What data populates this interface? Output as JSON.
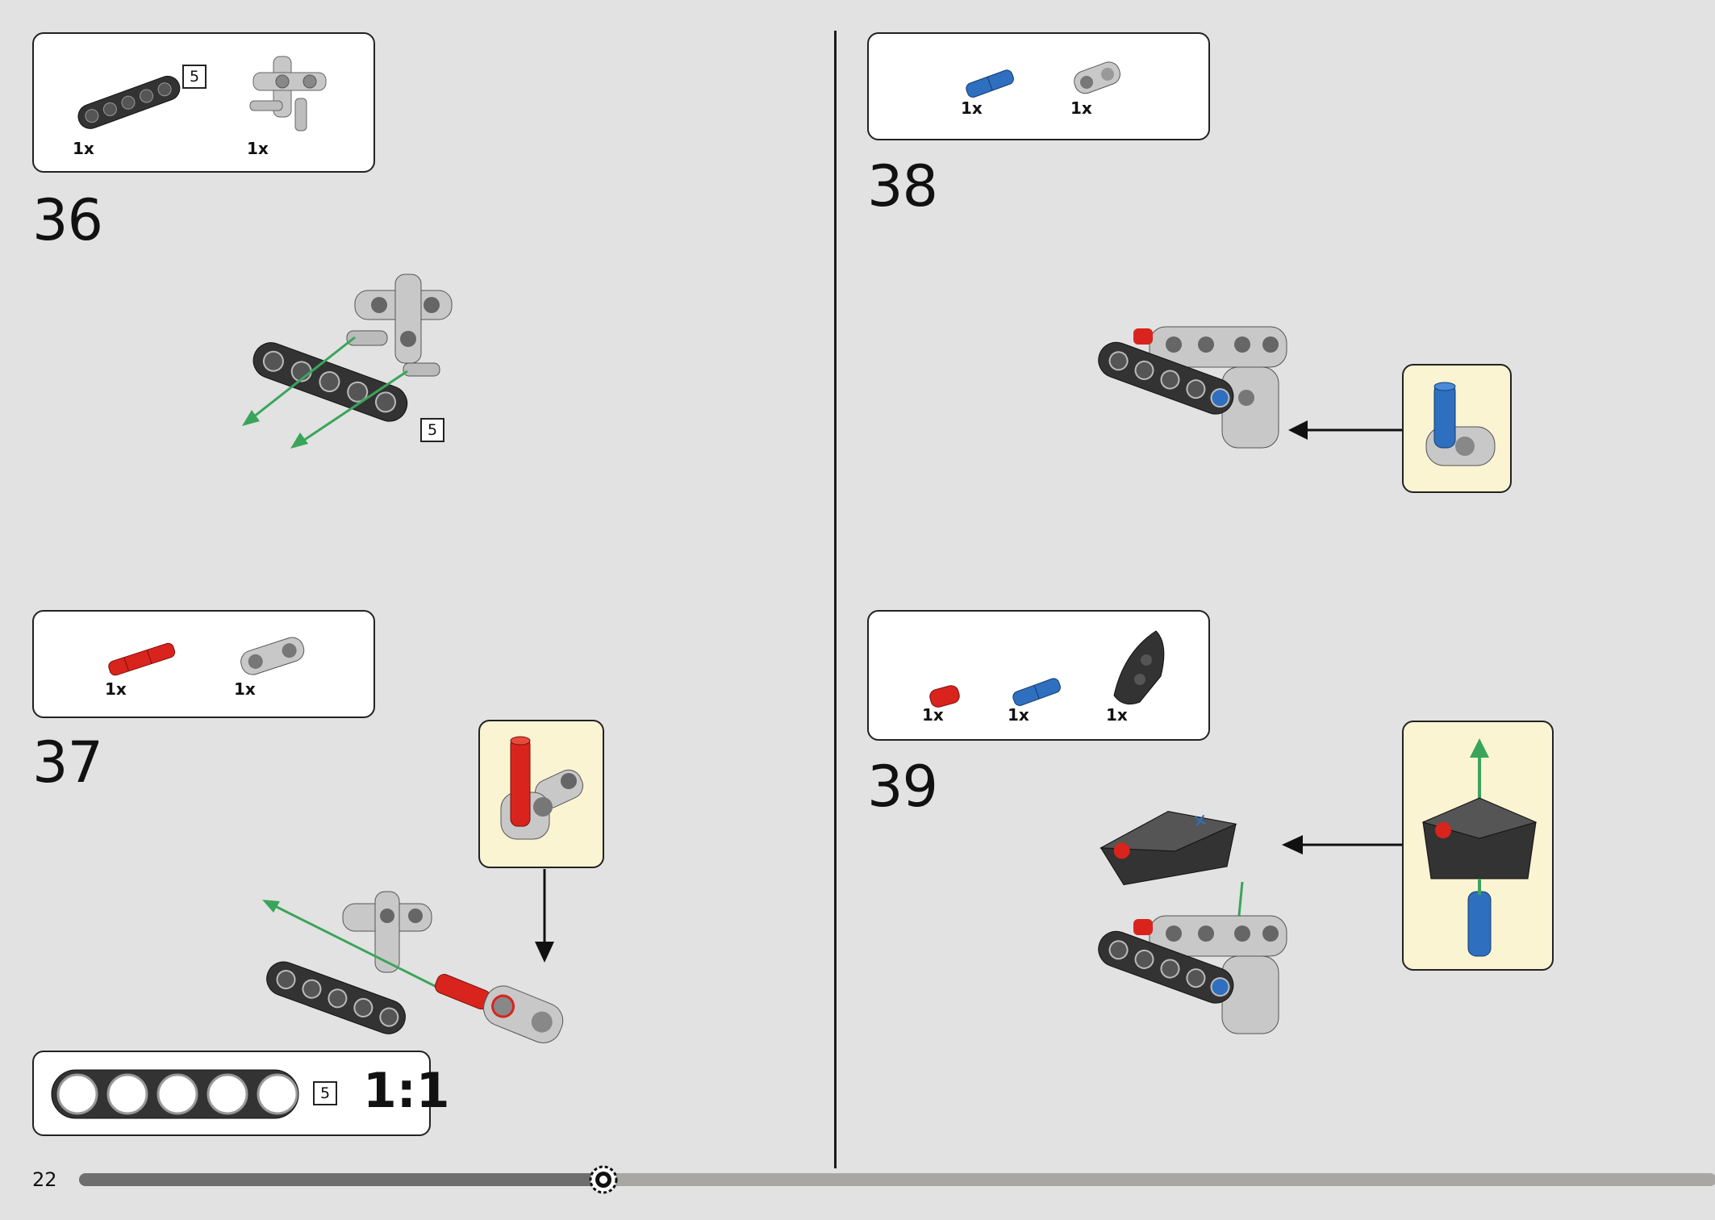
{
  "page": {
    "number": "22"
  },
  "steps": [
    {
      "number": "36",
      "parts": [
        {
          "qty": "1x",
          "part": "beam-5"
        },
        {
          "qty": "1x",
          "part": "cross-connector"
        }
      ],
      "length_tag": "5"
    },
    {
      "number": "37",
      "parts": [
        {
          "qty": "1x",
          "part": "red-axle-pin"
        },
        {
          "qty": "1x",
          "part": "connector"
        }
      ]
    },
    {
      "number": "38",
      "parts": [
        {
          "qty": "1x",
          "part": "blue-pin"
        },
        {
          "qty": "1x",
          "part": "angle-connector"
        }
      ]
    },
    {
      "number": "39",
      "parts": [
        {
          "qty": "1x",
          "part": "red-pin"
        },
        {
          "qty": "1x",
          "part": "blue-pin"
        },
        {
          "qty": "1x",
          "part": "wedge-plate"
        }
      ]
    }
  ],
  "parts_box_36": {
    "length_tag": "5"
  },
  "scale_reference": {
    "length_tag": "5",
    "scale": "1:1"
  },
  "colors": {
    "background": "#e2e2e2",
    "beam": "#333333",
    "red": "#d8241d",
    "blue": "#2f6fbf",
    "gray": "#b8b8b8",
    "callout": "#fbf4d2",
    "arrow_green": "#3aa55a"
  },
  "progress": {
    "fraction": 0.32
  }
}
